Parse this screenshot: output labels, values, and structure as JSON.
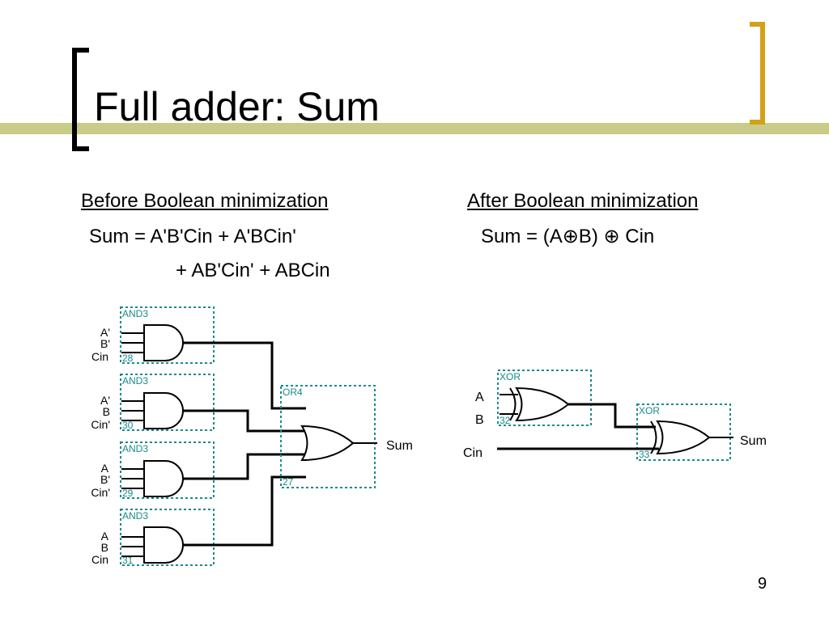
{
  "slide": {
    "title": "Full adder: Sum",
    "page_number": "9",
    "accent_color": "#d4a017",
    "bar_color": "#c8cc88"
  },
  "left": {
    "heading": "Before Boolean minimization",
    "eq_line1": "Sum = A'B'Cin + A'BCin'",
    "eq_line2": "+ AB'Cin' + ABCin",
    "gates": [
      {
        "type": "AND3",
        "id": "28",
        "inputs": [
          "A'",
          "B'",
          "Cin"
        ]
      },
      {
        "type": "AND3",
        "id": "30",
        "inputs": [
          "A'",
          "B",
          "Cin'"
        ]
      },
      {
        "type": "AND3",
        "id": "29",
        "inputs": [
          "A",
          "B'",
          "Cin'"
        ]
      },
      {
        "type": "AND3",
        "id": "31",
        "inputs": [
          "A",
          "B",
          "Cin"
        ]
      }
    ],
    "or_gate": {
      "type": "OR4",
      "id": "27"
    },
    "output": "Sum"
  },
  "right": {
    "heading": "After Boolean minimization",
    "eq": "Sum = (A⊕B) ⊕ Cin",
    "inputs": {
      "a": "A",
      "b": "B",
      "cin": "Cin"
    },
    "xor1": {
      "type": "XOR",
      "id": "32"
    },
    "xor2": {
      "type": "XOR",
      "id": "33"
    },
    "output": "Sum"
  }
}
